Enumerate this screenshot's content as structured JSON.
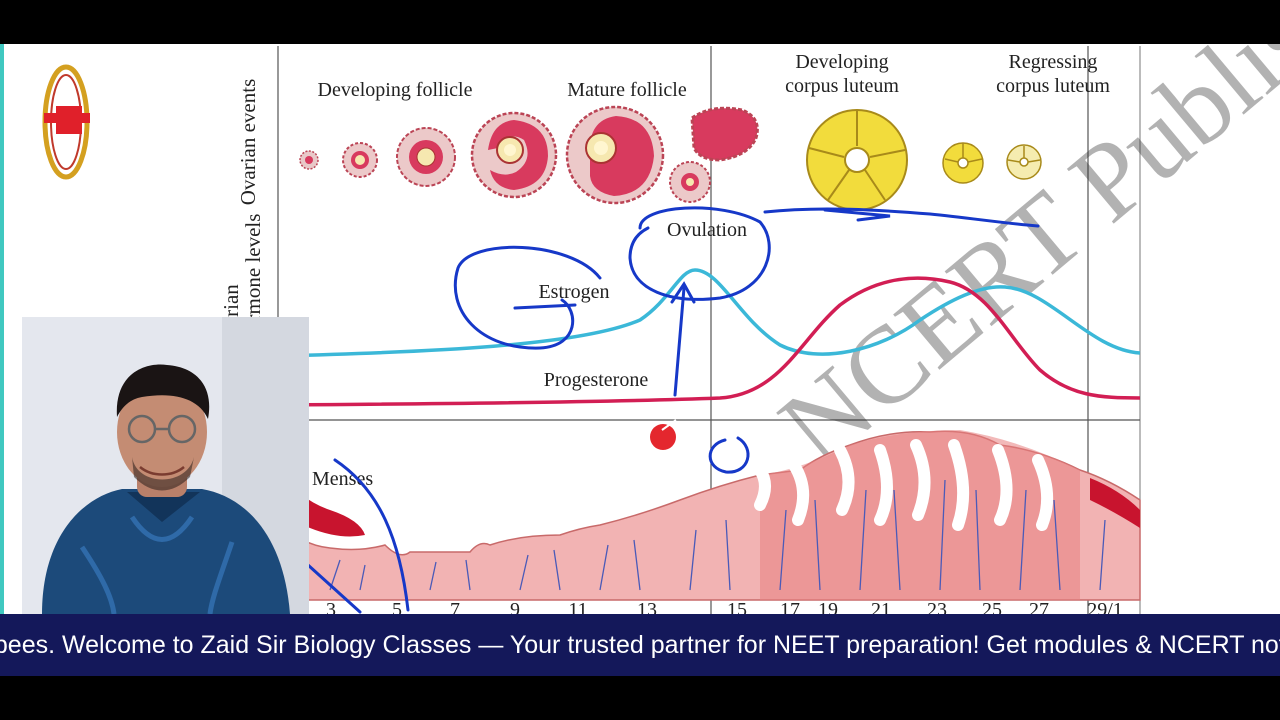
{
  "diagram": {
    "left_axis_labels": {
      "ovarian_events": "Ovarian events",
      "hormone_levels_line1": "Ovarian",
      "hormone_levels_line2": "hormone levels"
    },
    "stage_labels": {
      "developing_follicle": "Developing follicle",
      "mature_follicle": "Mature follicle",
      "developing_corpus_luteum_line1": "Developing",
      "developing_corpus_luteum_line2": "corpus luteum",
      "regressing_corpus_luteum_line1": "Regressing",
      "regressing_corpus_luteum_line2": "corpus luteum"
    },
    "ovulation_label": "Ovulation",
    "estrogen_label": "Estrogen",
    "progesterone_label": "Progesterone",
    "menses_label": "Menses",
    "watermark": "NCERT Published",
    "day_ticks": [
      "3",
      "5",
      "7",
      "9",
      "11",
      "13",
      "15",
      "17",
      "19",
      "21",
      "23",
      "25",
      "27",
      "29/1"
    ],
    "colors": {
      "estrogen": "#3bb8d8",
      "progesterone": "#d21e54",
      "annotation_ink": "#1638c8",
      "follicle": "#d83a5e",
      "corpus_luteum": "#f2dc3c"
    }
  },
  "ticker": {
    "text": "upees. Welcome to Zaid Sir Biology Classes — Your trusted partner for NEET preparation! Get modules & NCERT notes"
  },
  "webcam": {
    "subject": "presenter"
  },
  "logo": {
    "icon": "ring-logo-icon"
  }
}
